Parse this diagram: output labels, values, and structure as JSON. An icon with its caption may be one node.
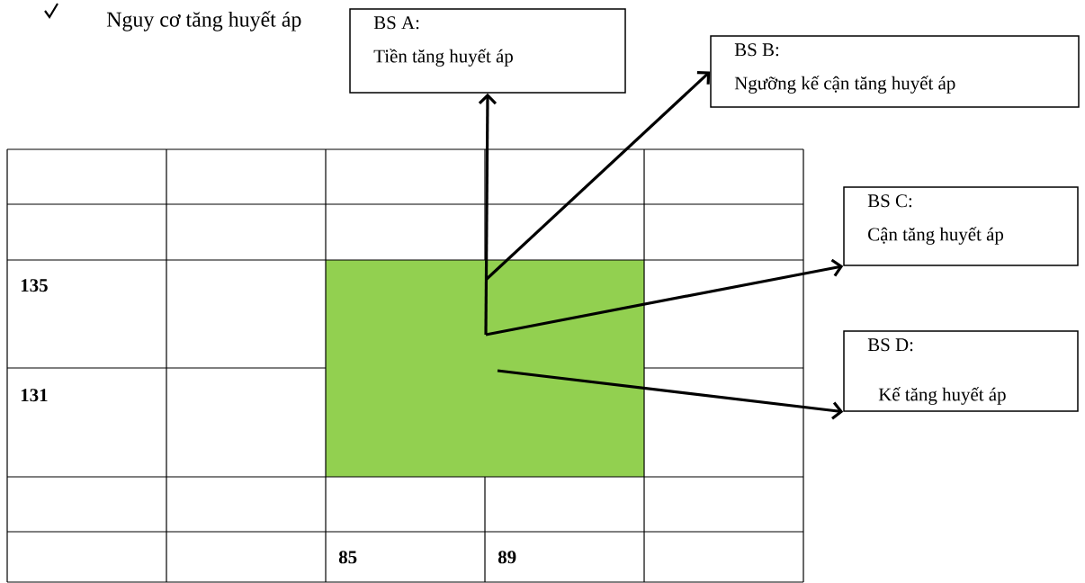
{
  "diagram": {
    "nodes": [
      {
        "text": [
          "BS A:",
          "Tiền tăng huyết áp"
        ]
      },
      {
        "text": [
          "BS B:",
          "Ngưỡng kế cận tăng huyết áp"
        ]
      },
      {
        "text": [
          "BS C:",
          "Cận tăng huyết áp"
        ]
      },
      {
        "text": [
          "BS D:",
          "Kế tăng huyết áp"
        ]
      }
    ],
    "edges": [
      {
        "from": null,
        "to": 0,
        "arrow": "to"
      },
      {
        "from": null,
        "to": 1,
        "arrow": "to"
      },
      {
        "from": null,
        "to": 2,
        "arrow": "to"
      },
      {
        "from": null,
        "to": 3,
        "arrow": "to"
      }
    ],
    "labels": [
      "Nguy cơ tăng huyết áp",
      "135",
      "131",
      "85",
      "89"
    ]
  }
}
